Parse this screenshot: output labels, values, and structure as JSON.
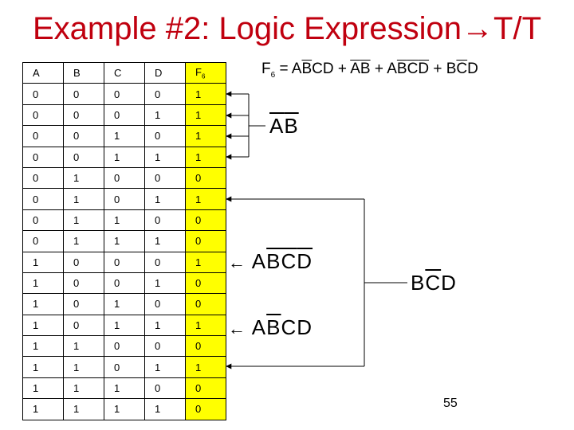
{
  "title": "Example #2: Logic Expression→T/T",
  "table": {
    "headers": [
      "A",
      "B",
      "C",
      "D",
      "F6"
    ],
    "rows": [
      [
        "0",
        "0",
        "0",
        "0",
        "1"
      ],
      [
        "0",
        "0",
        "0",
        "1",
        "1"
      ],
      [
        "0",
        "0",
        "1",
        "0",
        "1"
      ],
      [
        "0",
        "0",
        "1",
        "1",
        "1"
      ],
      [
        "0",
        "1",
        "0",
        "0",
        "0"
      ],
      [
        "0",
        "1",
        "0",
        "1",
        "1"
      ],
      [
        "0",
        "1",
        "1",
        "0",
        "0"
      ],
      [
        "0",
        "1",
        "1",
        "1",
        "0"
      ],
      [
        "1",
        "0",
        "0",
        "0",
        "1"
      ],
      [
        "1",
        "0",
        "0",
        "1",
        "0"
      ],
      [
        "1",
        "0",
        "1",
        "0",
        "0"
      ],
      [
        "1",
        "0",
        "1",
        "1",
        "1"
      ],
      [
        "1",
        "1",
        "0",
        "0",
        "0"
      ],
      [
        "1",
        "1",
        "0",
        "1",
        "1"
      ],
      [
        "1",
        "1",
        "1",
        "0",
        "0"
      ],
      [
        "1",
        "1",
        "1",
        "1",
        "0"
      ]
    ]
  },
  "equation": {
    "lhs": "F",
    "lhs_sub": "6",
    "eq": " = ",
    "t1": [
      "A",
      "B",
      "C",
      "D"
    ],
    "t2": [
      "A",
      "B"
    ],
    "t3": [
      "A",
      "B",
      "C",
      "D"
    ],
    "t4": [
      "B",
      "C",
      "D"
    ],
    "plus": " + "
  },
  "labels": {
    "ab": [
      "A",
      "B"
    ],
    "abcd_1": [
      "A",
      "B",
      "C",
      "D"
    ],
    "abcd_2": [
      "A",
      "B",
      "C",
      "D"
    ],
    "bcd": [
      "B",
      "C",
      "D"
    ],
    "arrow": "←"
  },
  "accent_color": "#c0000f",
  "highlight_color": "#ffff00",
  "slide_number": "55"
}
